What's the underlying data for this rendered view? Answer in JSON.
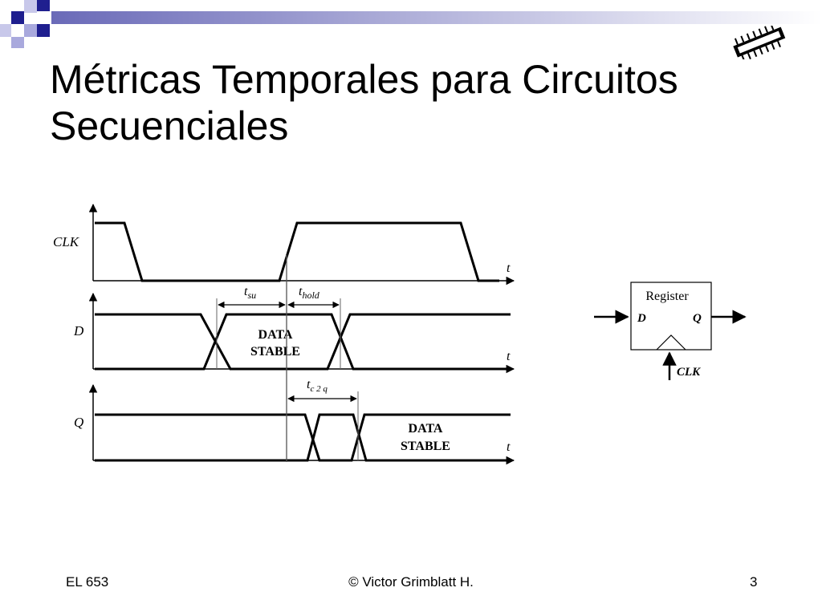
{
  "slide": {
    "title_line1": "Métricas Temporales para Circuitos",
    "title_line2": "Secuenciales"
  },
  "waveforms": {
    "clk_label": "CLK",
    "d_label": "D",
    "q_label": "Q",
    "time_label": "t",
    "tsu_main": "t",
    "tsu_sub": "su",
    "thold_main": "t",
    "thold_sub": "hold",
    "tcq_main": "t",
    "tcq_sub": "c 2 q",
    "data_stable_line1": "DATA",
    "data_stable_line2": "STABLE"
  },
  "register": {
    "title": "Register",
    "d_pin": "D",
    "q_pin": "Q",
    "clk_pin": "CLK"
  },
  "footer": {
    "left": "EL 653",
    "center": "© Victor Grimblatt H.",
    "right": "3"
  },
  "colors": {
    "corner_blue": "#1f1f8f",
    "corner_light": "#a9a9dd",
    "title_text": "#000000"
  }
}
